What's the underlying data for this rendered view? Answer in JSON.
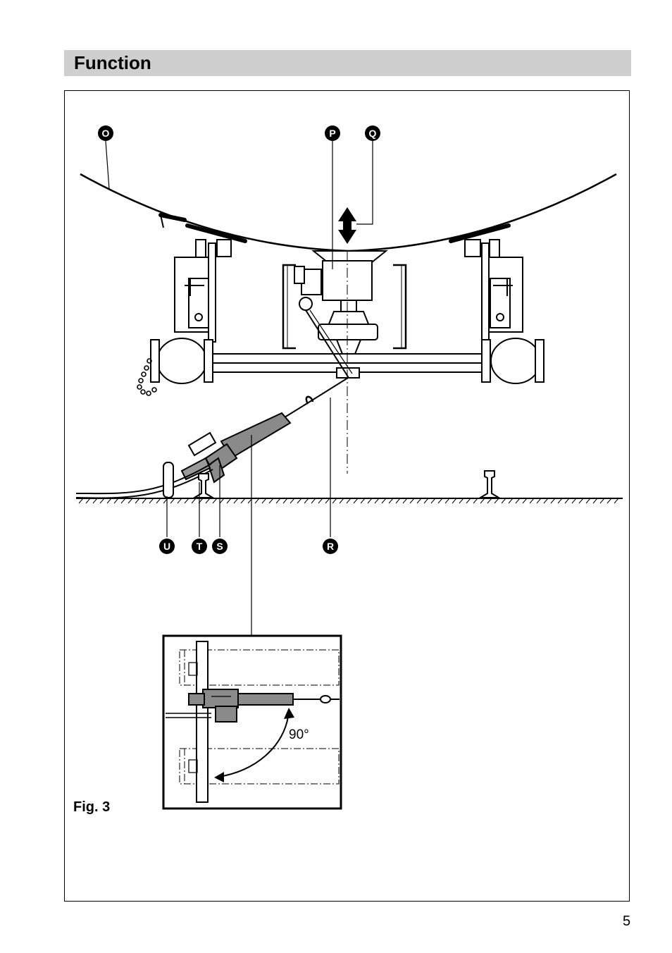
{
  "header": {
    "title": "Function"
  },
  "figure": {
    "caption": "Fig. 3",
    "callouts": [
      "O",
      "P",
      "Q",
      "R",
      "S",
      "T",
      "U"
    ],
    "angle_label": "90°"
  },
  "page": {
    "number": "5"
  }
}
